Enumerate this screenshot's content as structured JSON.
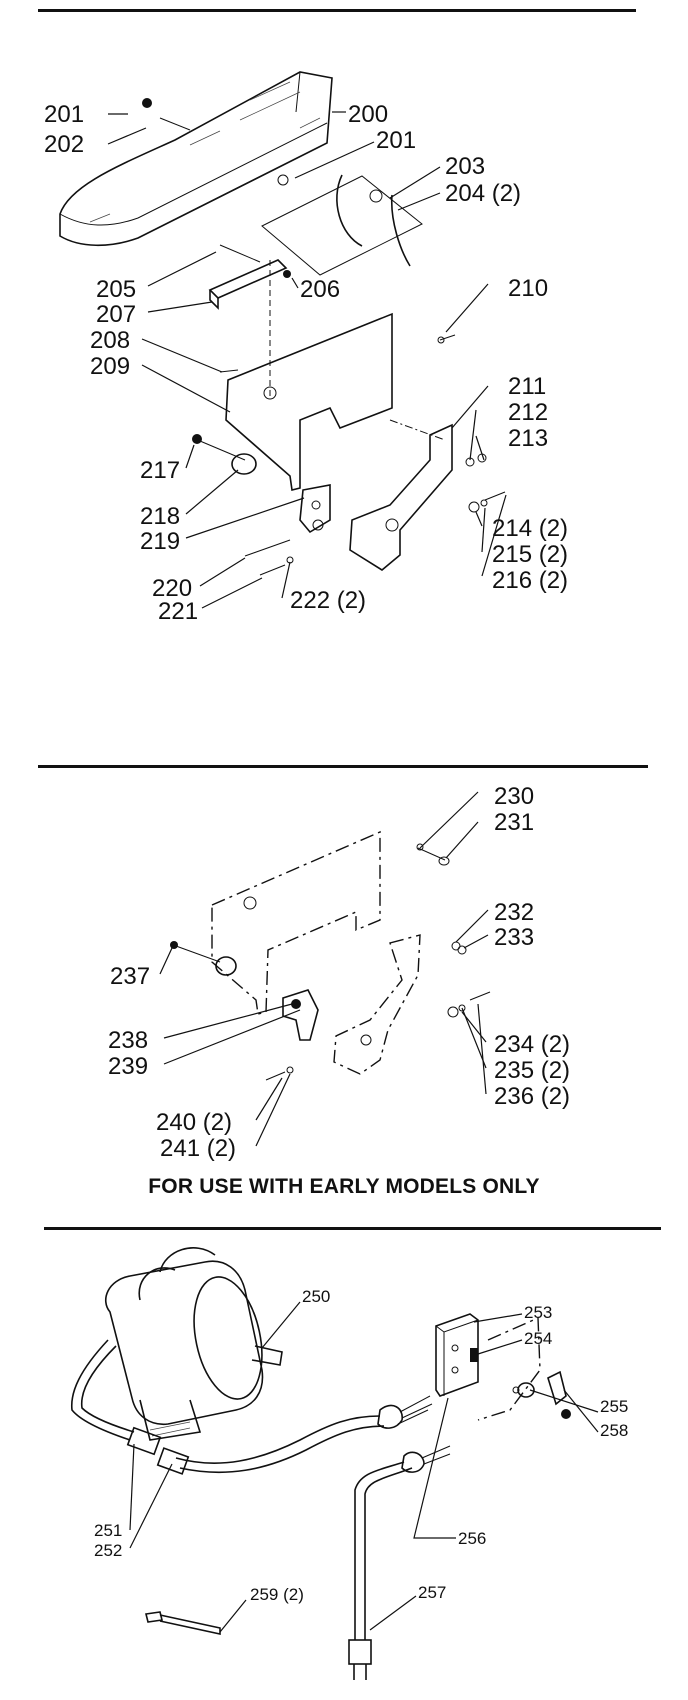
{
  "sections": {
    "top": {
      "callouts": [
        {
          "id": "c201a",
          "text": "201"
        },
        {
          "id": "c202",
          "text": "202"
        },
        {
          "id": "c200",
          "text": "200"
        },
        {
          "id": "c201b",
          "text": "201"
        },
        {
          "id": "c203",
          "text": "203"
        },
        {
          "id": "c204",
          "text": "204 (2)"
        },
        {
          "id": "c205",
          "text": "205"
        },
        {
          "id": "c206",
          "text": "206"
        },
        {
          "id": "c207",
          "text": "207"
        },
        {
          "id": "c208",
          "text": "208"
        },
        {
          "id": "c209",
          "text": "209"
        },
        {
          "id": "c210",
          "text": "210"
        },
        {
          "id": "c211",
          "text": "211"
        },
        {
          "id": "c212",
          "text": "212"
        },
        {
          "id": "c213",
          "text": "213"
        },
        {
          "id": "c217",
          "text": "217"
        },
        {
          "id": "c218",
          "text": "218"
        },
        {
          "id": "c219",
          "text": "219"
        },
        {
          "id": "c214",
          "text": "214 (2)"
        },
        {
          "id": "c215",
          "text": "215 (2)"
        },
        {
          "id": "c216",
          "text": "216 (2)"
        },
        {
          "id": "c220",
          "text": "220"
        },
        {
          "id": "c221",
          "text": "221"
        },
        {
          "id": "c222",
          "text": "222 (2)"
        }
      ]
    },
    "middle": {
      "callouts": [
        {
          "id": "c230",
          "text": "230"
        },
        {
          "id": "c231",
          "text": "231"
        },
        {
          "id": "c232",
          "text": "232"
        },
        {
          "id": "c233",
          "text": "233"
        },
        {
          "id": "c237",
          "text": "237"
        },
        {
          "id": "c238",
          "text": "238"
        },
        {
          "id": "c239",
          "text": "239"
        },
        {
          "id": "c234",
          "text": "234 (2)"
        },
        {
          "id": "c235",
          "text": "235 (2)"
        },
        {
          "id": "c236",
          "text": "236 (2)"
        },
        {
          "id": "c240",
          "text": "240 (2)"
        },
        {
          "id": "c241",
          "text": "241 (2)"
        }
      ],
      "note": "FOR USE WITH EARLY MODELS ONLY"
    },
    "bottom": {
      "callouts": [
        {
          "id": "c250",
          "text": "250"
        },
        {
          "id": "c253",
          "text": "253"
        },
        {
          "id": "c254",
          "text": "254"
        },
        {
          "id": "c255",
          "text": "255"
        },
        {
          "id": "c258",
          "text": "258"
        },
        {
          "id": "c251",
          "text": "251"
        },
        {
          "id": "c252",
          "text": "252"
        },
        {
          "id": "c256",
          "text": "256"
        },
        {
          "id": "c259",
          "text": "259 (2)"
        },
        {
          "id": "c257",
          "text": "257"
        }
      ]
    }
  }
}
